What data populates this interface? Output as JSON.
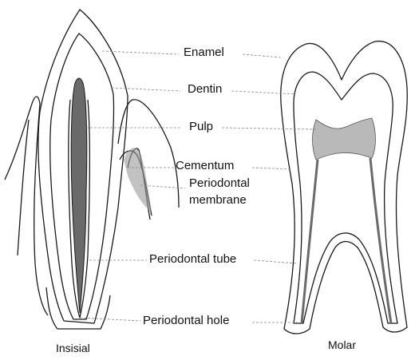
{
  "labels": {
    "enamel": "Enamel",
    "dentin": "Dentin",
    "pulp": "Pulp",
    "cementum": "Cementum",
    "periodontal_membrane_1": "Periodontal",
    "periodontal_membrane_2": "membrane",
    "periodontal_tube": "Periodontal tube",
    "periodontal_hole": "Periodontal hole"
  },
  "captions": {
    "incisor": "Insisial",
    "molar": "Molar"
  },
  "colors": {
    "line": "#1a1a1a",
    "pulp": "#6a6a6a",
    "pulp_light": "#b9b9b9",
    "leader": "#888888"
  }
}
